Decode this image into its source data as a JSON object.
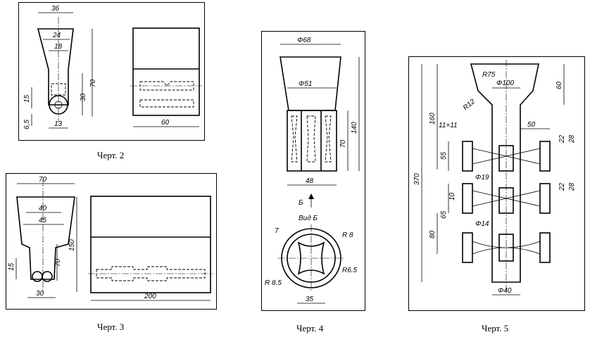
{
  "fig2": {
    "caption": "Черт. 2",
    "dims": {
      "d36": "36",
      "d24": "24",
      "d18": "18",
      "d70": "70",
      "d30": "30",
      "d15": "15",
      "d65": "6,5",
      "d13": "13",
      "d60": "60"
    }
  },
  "fig3": {
    "caption": "Черт. 3",
    "dims": {
      "d70top": "70",
      "d40": "40",
      "d45": "45",
      "d15": "15",
      "d70": "70",
      "d150": "150",
      "d30": "30",
      "d200": "200"
    }
  },
  "fig4": {
    "caption": "Черт. 4",
    "dims": {
      "phi68": "Φ68",
      "phi51": "Φ51",
      "d140": "140",
      "d70": "70",
      "d48": "48",
      "arrow": "Б",
      "view": "Вид Б",
      "d7": "7",
      "r8": "R 8",
      "r65": "R6.5",
      "r85": "R 8.5",
      "d35": "35"
    }
  },
  "fig5": {
    "caption": "Черт. 5",
    "dims": {
      "r75": "R75",
      "phi100": "Φ100",
      "r12": "R12",
      "d60": "60",
      "d160": "160",
      "d370": "370",
      "d11": "11×11",
      "d50": "50",
      "d22a": "22",
      "d28a": "28",
      "d55": "55",
      "phi19": "Φ19",
      "d10": "10",
      "d22b": "22",
      "d28b": "28",
      "d65": "65",
      "d80": "80",
      "phi14": "Φ14",
      "phi40": "Φ40"
    }
  }
}
